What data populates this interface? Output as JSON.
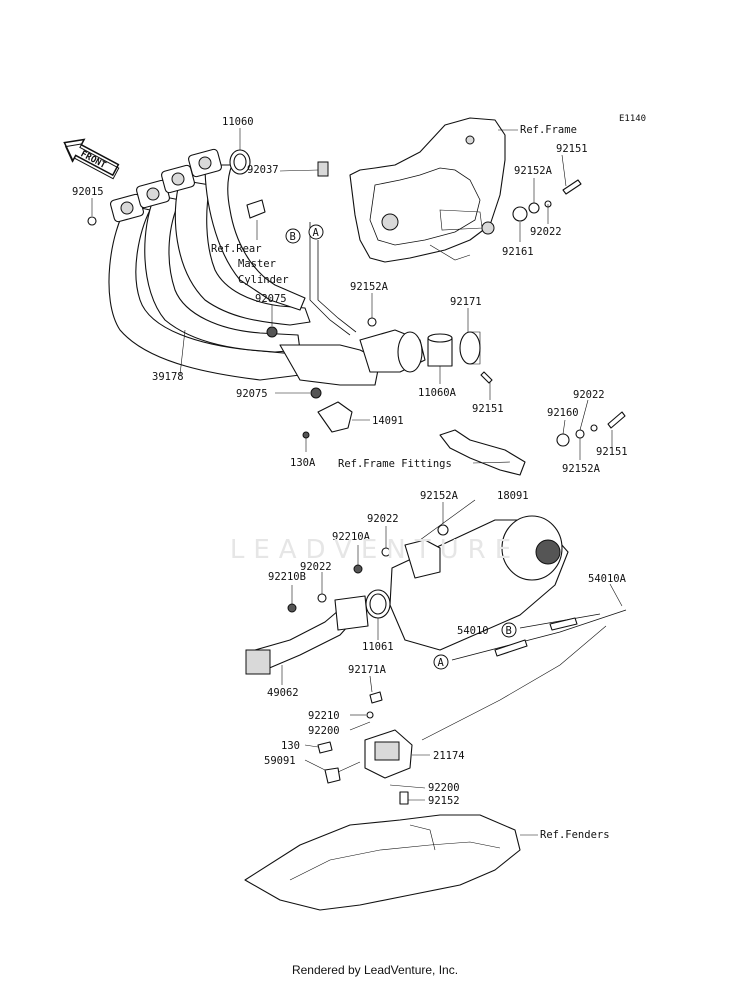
{
  "diagram_code": "E1140",
  "footer": "Rendered by LeadVenture, Inc.",
  "watermark": "LEADVENTURE",
  "front_arrow": "FRONT",
  "labels": {
    "p11060": "11060",
    "p92037": "92037",
    "p92015": "92015",
    "ref_rear_1": "Ref.Rear",
    "ref_rear_2": "Master",
    "ref_rear_3": "Cylinder",
    "p92075a": "92075",
    "p39178": "39178",
    "p92075b": "92075",
    "p14091": "14091",
    "p130A": "130A",
    "ref_frame": "Ref.Frame",
    "p92151a": "92151",
    "p92152A_a": "92152A",
    "p92022a": "92022",
    "p92161": "92161",
    "p92152A_b": "92152A",
    "p92171": "92171",
    "p11060A": "11060A",
    "p92151b": "92151",
    "p92022b": "92022",
    "p92160": "92160",
    "p92151c": "92151",
    "p92152A_c": "92152A",
    "ref_frame_fittings": "Ref.Frame Fittings",
    "p92152A_d": "92152A",
    "p18091": "18091",
    "p92022c": "92022",
    "p92210A": "92210A",
    "p92022d": "92022",
    "p92210B": "92210B",
    "p54010A": "54010A",
    "p54010": "54010",
    "p11061": "11061",
    "p92171A": "92171A",
    "p49062": "49062",
    "p92210": "92210",
    "p92200a": "92200",
    "p130": "130",
    "p21174": "21174",
    "p59091": "59091",
    "p92200b": "92200",
    "p92152": "92152",
    "ref_fenders": "Ref.Fenders",
    "callout_A": "A",
    "callout_B": "B"
  }
}
